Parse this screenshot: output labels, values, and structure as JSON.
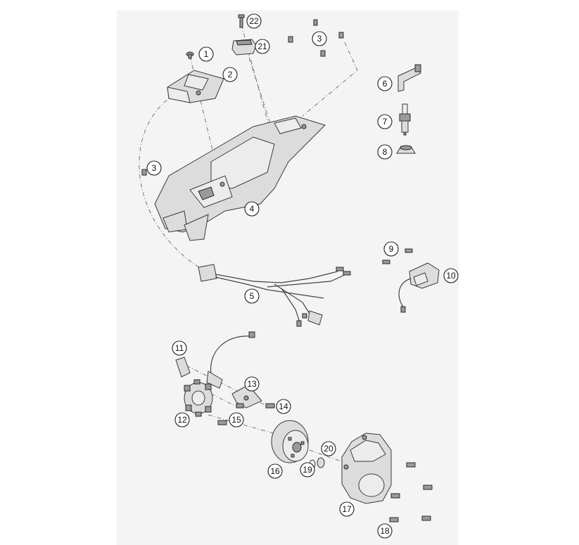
{
  "callouts": [
    {
      "id": "c1",
      "label": "1"
    },
    {
      "id": "c2",
      "label": "2"
    },
    {
      "id": "c3a",
      "label": "3"
    },
    {
      "id": "c3b",
      "label": "3"
    },
    {
      "id": "c4",
      "label": "4"
    },
    {
      "id": "c5",
      "label": "5"
    },
    {
      "id": "c6",
      "label": "6"
    },
    {
      "id": "c7",
      "label": "7"
    },
    {
      "id": "c8",
      "label": "8"
    },
    {
      "id": "c9",
      "label": "9"
    },
    {
      "id": "c10",
      "label": "10"
    },
    {
      "id": "c11",
      "label": "11"
    },
    {
      "id": "c12",
      "label": "12"
    },
    {
      "id": "c13",
      "label": "13"
    },
    {
      "id": "c14",
      "label": "14"
    },
    {
      "id": "c15",
      "label": "15"
    },
    {
      "id": "c16",
      "label": "16"
    },
    {
      "id": "c17",
      "label": "17"
    },
    {
      "id": "c18",
      "label": "18"
    },
    {
      "id": "c19",
      "label": "19"
    },
    {
      "id": "c20",
      "label": "20"
    },
    {
      "id": "c21",
      "label": "21"
    },
    {
      "id": "c22",
      "label": "22"
    }
  ],
  "colors": {
    "panel": "#f4f4f4",
    "line": "#3a3a3a",
    "part_fill": "#dcdcdc"
  }
}
